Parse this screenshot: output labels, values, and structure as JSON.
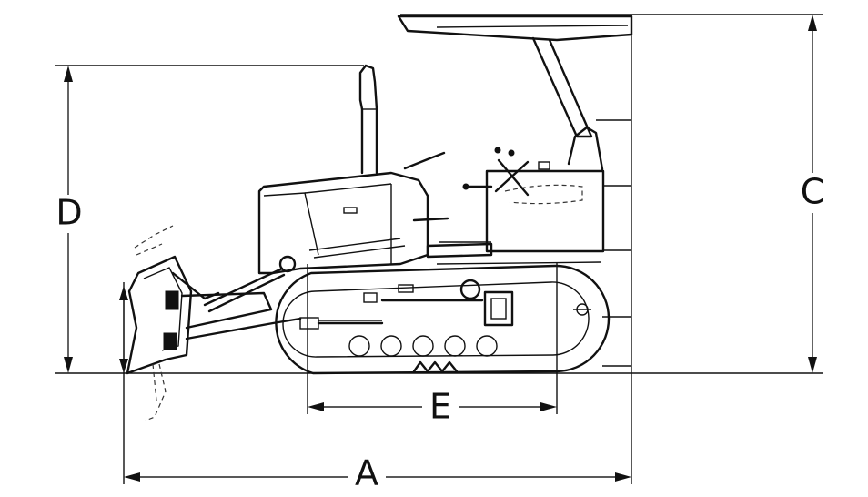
{
  "labels": {
    "A": "A",
    "C": "C",
    "D": "D",
    "E": "E"
  },
  "colors": {
    "ink": "#111111",
    "background": "#ffffff"
  }
}
